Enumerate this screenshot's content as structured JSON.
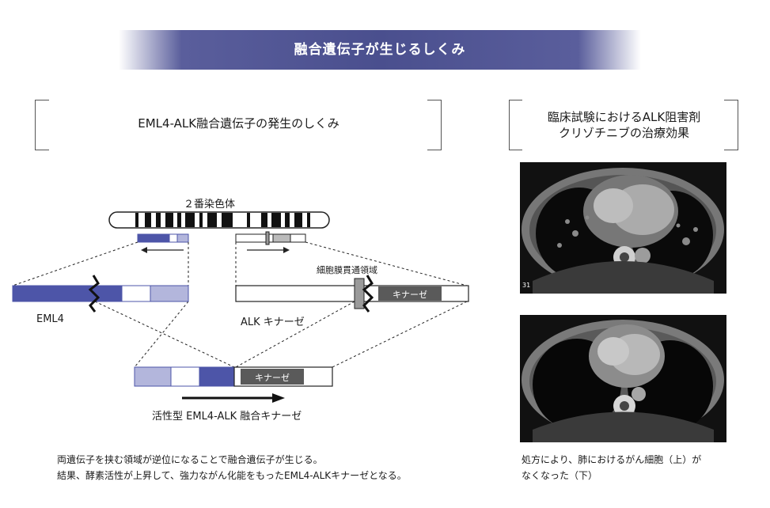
{
  "title": "融合遺伝子が生じるしくみ",
  "left_panel": {
    "heading": "EML4-ALK融合遺伝子の発生のしくみ",
    "chromosome_label": "２番染色体",
    "eml4_label": "EML4",
    "alk_label": "ALK キナーゼ",
    "membrane_label": "細胞膜貫通領域",
    "kinase_label": "キナーゼ",
    "fusion_kinase_label": "キナーゼ",
    "fusion_label": "活性型 EML4-ALK 融合キナーゼ",
    "caption_line1": "両遺伝子を挟む領域が逆位になることで融合遺伝子が生じる。",
    "caption_line2": "結果、酵素活性が上昇して、強力ながん化能をもったEML4-ALKキナーゼとなる。"
  },
  "right_panel": {
    "heading_line1": "臨床試験におけるALK阻害剤",
    "heading_line2": "クリゾチニブの治療効果",
    "ct_marker": "31",
    "caption_line1": "処方により、肺におけるがん細胞（上）が",
    "caption_line2": "なくなった（下）"
  },
  "colors": {
    "title_band": "#4a4f8e",
    "eml4_dark": "#4d55a8",
    "eml4_light": "#b3b6dc",
    "kinase_box": "#5a5a5a",
    "membrane": "#9a9a9a"
  }
}
